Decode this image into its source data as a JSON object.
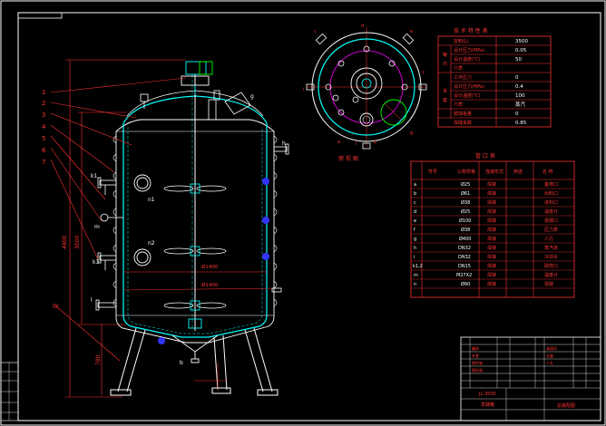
{
  "drawing": {
    "callouts": [
      "1",
      "2",
      "3",
      "4",
      "5",
      "6",
      "7"
    ],
    "dims_left": [
      "4400",
      "3000"
    ],
    "dim_legs": "780",
    "dims_shell": [
      "Ø1400",
      "Ø1400"
    ],
    "nozzle_tags": {
      "n1": "n1",
      "n2": "n2",
      "m": "m",
      "k3": "k3",
      "k1": "k1",
      "l": "l",
      "h": "h",
      "b": "b",
      "roman": "III",
      "a": "a",
      "g": "g"
    },
    "plan_title": "俯 视 图"
  },
  "spec_table": {
    "title": "技 术 特 性 表",
    "rows": [
      {
        "group": "",
        "name": "容积(L)",
        "value": "3500"
      },
      {
        "group": "罐",
        "name": "设计压力(MPa)",
        "value": "0.05"
      },
      {
        "group": "内",
        "name": "设计温度(℃)",
        "value": "50"
      },
      {
        "group": "",
        "name": "介质",
        "value": ""
      },
      {
        "group": "",
        "name": "工作压力",
        "value": "0"
      },
      {
        "group": "夹",
        "name": "设计压力(MPa)",
        "value": "0.4"
      },
      {
        "group": "套",
        "name": "设计温度(℃)",
        "value": "100"
      },
      {
        "group": "",
        "name": "介质",
        "value": "蒸汽"
      },
      {
        "group": "",
        "name": "腐蚀裕量",
        "value": "0"
      },
      {
        "group": "",
        "name": "焊缝系数",
        "value": "0.85"
      }
    ]
  },
  "nozzle_table": {
    "title": "管 口 表",
    "headers": [
      "符号",
      "公称规格",
      "连接形式",
      "用途",
      "名 称"
    ],
    "rows": [
      {
        "sym": "a",
        "spec": "Ø25",
        "conn": "焊接",
        "name": "备用口"
      },
      {
        "sym": "b",
        "spec": "Ø61",
        "conn": "焊接",
        "name": "出料口"
      },
      {
        "sym": "c",
        "spec": "Ø38",
        "conn": "焊接",
        "name": "进料口"
      },
      {
        "sym": "d",
        "spec": "Ø25",
        "conn": "焊接",
        "name": "温度计"
      },
      {
        "sym": "e",
        "spec": "Ø100",
        "conn": "焊接",
        "name": "视镜口"
      },
      {
        "sym": "f",
        "spec": "Ø38",
        "conn": "焊接",
        "name": "压力表"
      },
      {
        "sym": "g",
        "spec": "Ø400",
        "conn": "焊接",
        "name": "人孔"
      },
      {
        "sym": "h",
        "spec": "DN32",
        "conn": "焊接",
        "name": "蒸汽进"
      },
      {
        "sym": "i",
        "spec": "DN32",
        "conn": "焊接",
        "name": "冷却水"
      },
      {
        "sym": "k1,2",
        "spec": "DN15",
        "conn": "焊接",
        "name": "取样口"
      },
      {
        "sym": "m",
        "spec": "M27X2",
        "conn": "焊接",
        "name": "温度计"
      },
      {
        "sym": "n",
        "spec": "Ø90",
        "conn": "焊接",
        "name": "视镜"
      }
    ]
  },
  "title_block": {
    "drawing_no": "JL-3500",
    "name": "发酵罐",
    "part": "总装配图",
    "parts_list": [
      "罐体",
      "夹套",
      "搅拌轴",
      "搅拌器",
      "减速机",
      "支腿",
      "人孔"
    ]
  }
}
